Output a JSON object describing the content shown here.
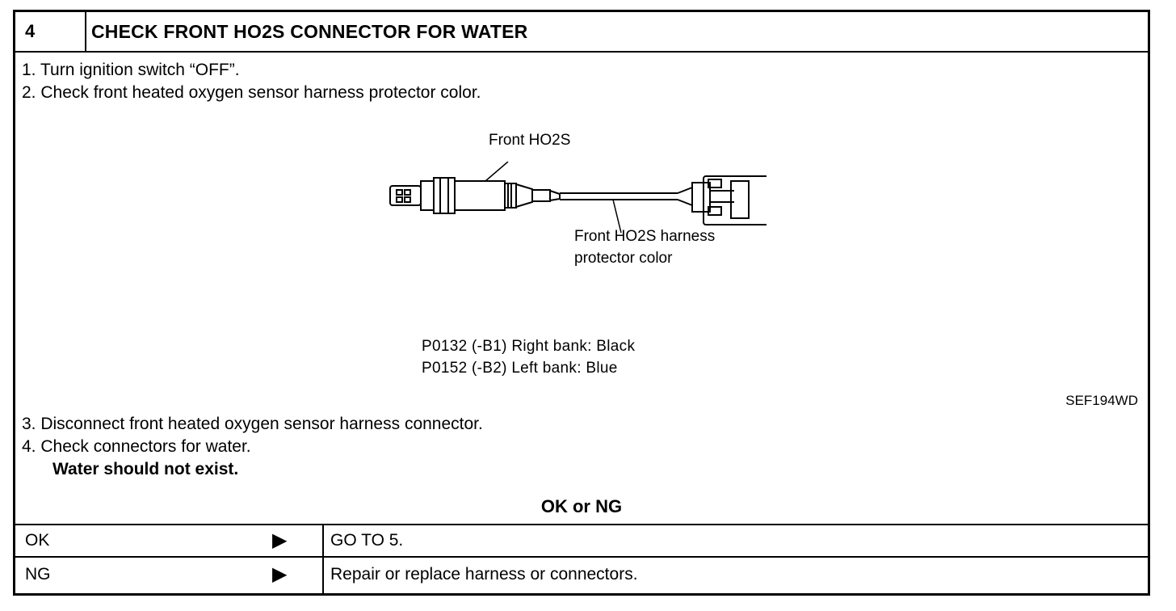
{
  "step": {
    "number": "4",
    "title": "CHECK FRONT HO2S CONNECTOR FOR WATER"
  },
  "instructions_top": [
    "1. Turn ignition switch “OFF”.",
    "2. Check front heated oxygen sensor harness protector color."
  ],
  "figure": {
    "label_sensor": "Front HO2S",
    "label_harness_line1": "Front HO2S harness",
    "label_harness_line2": "protector color",
    "code_line1": "P0132 (-B1) Right bank: Black",
    "code_line2": "P0152 (-B2) Left bank: Blue",
    "figure_id": "SEF194WD"
  },
  "instructions_bottom": [
    "3. Disconnect front heated oxygen sensor harness connector.",
    "4. Check connectors for water."
  ],
  "requirement": "Water should not exist.",
  "result_heading": "OK or NG",
  "results": [
    {
      "status": "OK",
      "arrow": "▶",
      "action": "GO TO 5."
    },
    {
      "status": "NG",
      "arrow": "▶",
      "action": "Repair or replace harness or connectors."
    }
  ]
}
